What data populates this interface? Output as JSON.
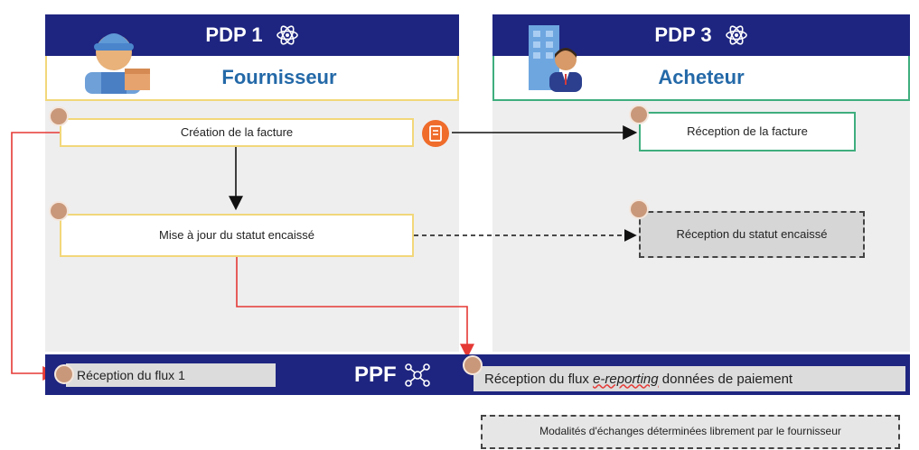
{
  "supplier": {
    "header": "PDP 1",
    "role": "Fournisseur"
  },
  "buyer": {
    "header": "PDP 3",
    "role": "Acheteur"
  },
  "steps": {
    "creation": "Création de la facture",
    "reception_facture": "Réception de la facture",
    "mise_a_jour": "Mise à jour du statut encaissé",
    "reception_statut": "Réception du statut encaissé"
  },
  "ppf": {
    "label": "PPF",
    "left_box": "Réception du flux 1",
    "right_box_prefix": "Réception du flux ",
    "right_box_italic": "e-reporting",
    "right_box_suffix": " données de paiement"
  },
  "note": "Modalités d'échanges déterminées librement par le fournisseur",
  "colors": {
    "navy": "#1e2580",
    "supplier_border": "#f2d77a",
    "buyer_border": "#3fae7e",
    "red": "#e53935",
    "orange": "#ef6c2b",
    "badge": "#c9987a"
  },
  "icons": [
    "atom-icon",
    "worker-avatar-icon",
    "buyer-avatar-icon",
    "building-icon",
    "document-icon",
    "network-icon"
  ]
}
